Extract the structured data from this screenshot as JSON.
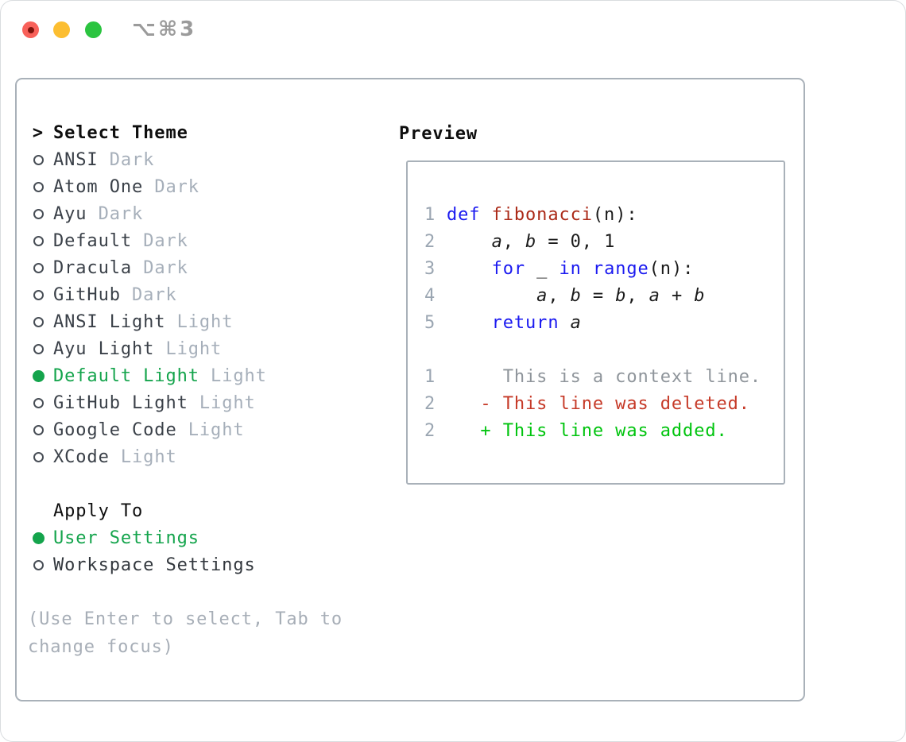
{
  "window": {
    "title": "⌥⌘3",
    "traffic_lights": [
      "close",
      "minimize",
      "zoom"
    ]
  },
  "colors": {
    "accent_green": "#14a44c",
    "diff_added_green": "#00c40e",
    "diff_deleted_red": "#c63a28",
    "keyword_blue": "#1b1af0",
    "function_red": "#ab2a18",
    "plain_code": "#1b1b1b",
    "item_text": "#3a4048",
    "variant_gray": "#a6afba",
    "line_number_gray": "#9ba6b2",
    "context_gray": "#8f959b",
    "help_gray": "#a7aeb7"
  },
  "theme_list": {
    "prompt": ">",
    "title": "Select Theme",
    "items": [
      {
        "name": "ANSI",
        "variant": "Dark",
        "selected": false
      },
      {
        "name": "Atom One",
        "variant": "Dark",
        "selected": false
      },
      {
        "name": "Ayu",
        "variant": "Dark",
        "selected": false
      },
      {
        "name": "Default",
        "variant": "Dark",
        "selected": false
      },
      {
        "name": "Dracula",
        "variant": "Dark",
        "selected": false
      },
      {
        "name": "GitHub",
        "variant": "Dark",
        "selected": false
      },
      {
        "name": "ANSI Light",
        "variant": "Light",
        "selected": false
      },
      {
        "name": "Ayu Light",
        "variant": "Light",
        "selected": false
      },
      {
        "name": "Default Light",
        "variant": "Light",
        "selected": true
      },
      {
        "name": "GitHub Light",
        "variant": "Light",
        "selected": false
      },
      {
        "name": "Google Code",
        "variant": "Light",
        "selected": false
      },
      {
        "name": "XCode",
        "variant": "Light",
        "selected": false
      }
    ]
  },
  "apply_to": {
    "title": "Apply To",
    "items": [
      {
        "label": "User Settings",
        "selected": true
      },
      {
        "label": "Workspace Settings",
        "selected": false
      }
    ]
  },
  "help": {
    "lines": [
      "(Use Enter to select, Tab to",
      "change focus)"
    ]
  },
  "preview": {
    "title": "Preview",
    "code_lines": [
      {
        "num": "1",
        "tokens": [
          {
            "t": "def",
            "c": "kw"
          },
          {
            "t": " "
          },
          {
            "t": "fibonacci",
            "c": "fn"
          },
          {
            "t": "(n):"
          }
        ]
      },
      {
        "num": "2",
        "tokens": [
          {
            "t": "    "
          },
          {
            "t": "a",
            "c": "var"
          },
          {
            "t": ", "
          },
          {
            "t": "b",
            "c": "var"
          },
          {
            "t": " = 0, 1"
          }
        ]
      },
      {
        "num": "3",
        "tokens": [
          {
            "t": "    "
          },
          {
            "t": "for",
            "c": "kw"
          },
          {
            "t": " _ "
          },
          {
            "t": "in",
            "c": "kw"
          },
          {
            "t": " "
          },
          {
            "t": "range",
            "c": "kw"
          },
          {
            "t": "(n):"
          }
        ]
      },
      {
        "num": "4",
        "tokens": [
          {
            "t": "        "
          },
          {
            "t": "a",
            "c": "var"
          },
          {
            "t": ", "
          },
          {
            "t": "b",
            "c": "var"
          },
          {
            "t": " = "
          },
          {
            "t": "b",
            "c": "var"
          },
          {
            "t": ", "
          },
          {
            "t": "a",
            "c": "var"
          },
          {
            "t": " + "
          },
          {
            "t": "b",
            "c": "var"
          }
        ]
      },
      {
        "num": "5",
        "tokens": [
          {
            "t": "    "
          },
          {
            "t": "return",
            "c": "kw"
          },
          {
            "t": " "
          },
          {
            "t": "a",
            "c": "var"
          }
        ]
      }
    ],
    "diff_lines": [
      {
        "num": "1",
        "text": "     This is a context line.",
        "type": "context"
      },
      {
        "num": "2",
        "text": "   - This line was deleted.",
        "type": "deleted"
      },
      {
        "num": "2",
        "text": "   + This line was added.",
        "type": "added"
      }
    ]
  }
}
